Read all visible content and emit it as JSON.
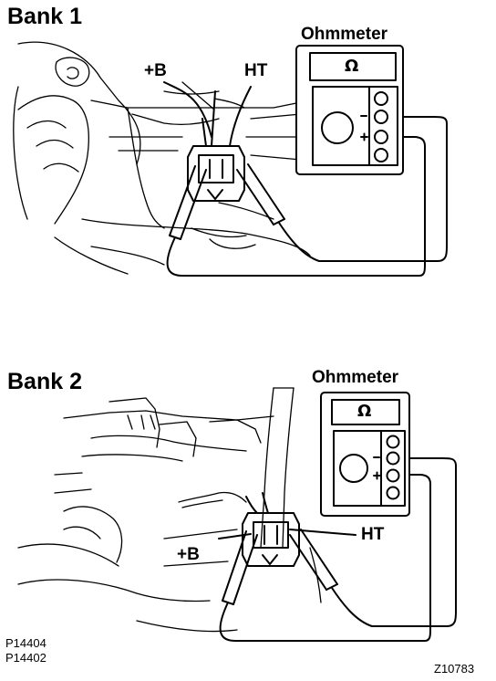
{
  "panels": [
    {
      "bank_label": "Bank 1",
      "meter_title": "Ohmmeter",
      "meter_symbol": "Ω",
      "terminal_b": "+B",
      "terminal_ht": "HT"
    },
    {
      "bank_label": "Bank 2",
      "meter_title": "Ohmmeter",
      "meter_symbol": "Ω",
      "terminal_b": "+B",
      "terminal_ht": "HT"
    }
  ],
  "footer": {
    "codes": [
      "P14404",
      "P14402"
    ],
    "figure_id": "Z10783"
  }
}
